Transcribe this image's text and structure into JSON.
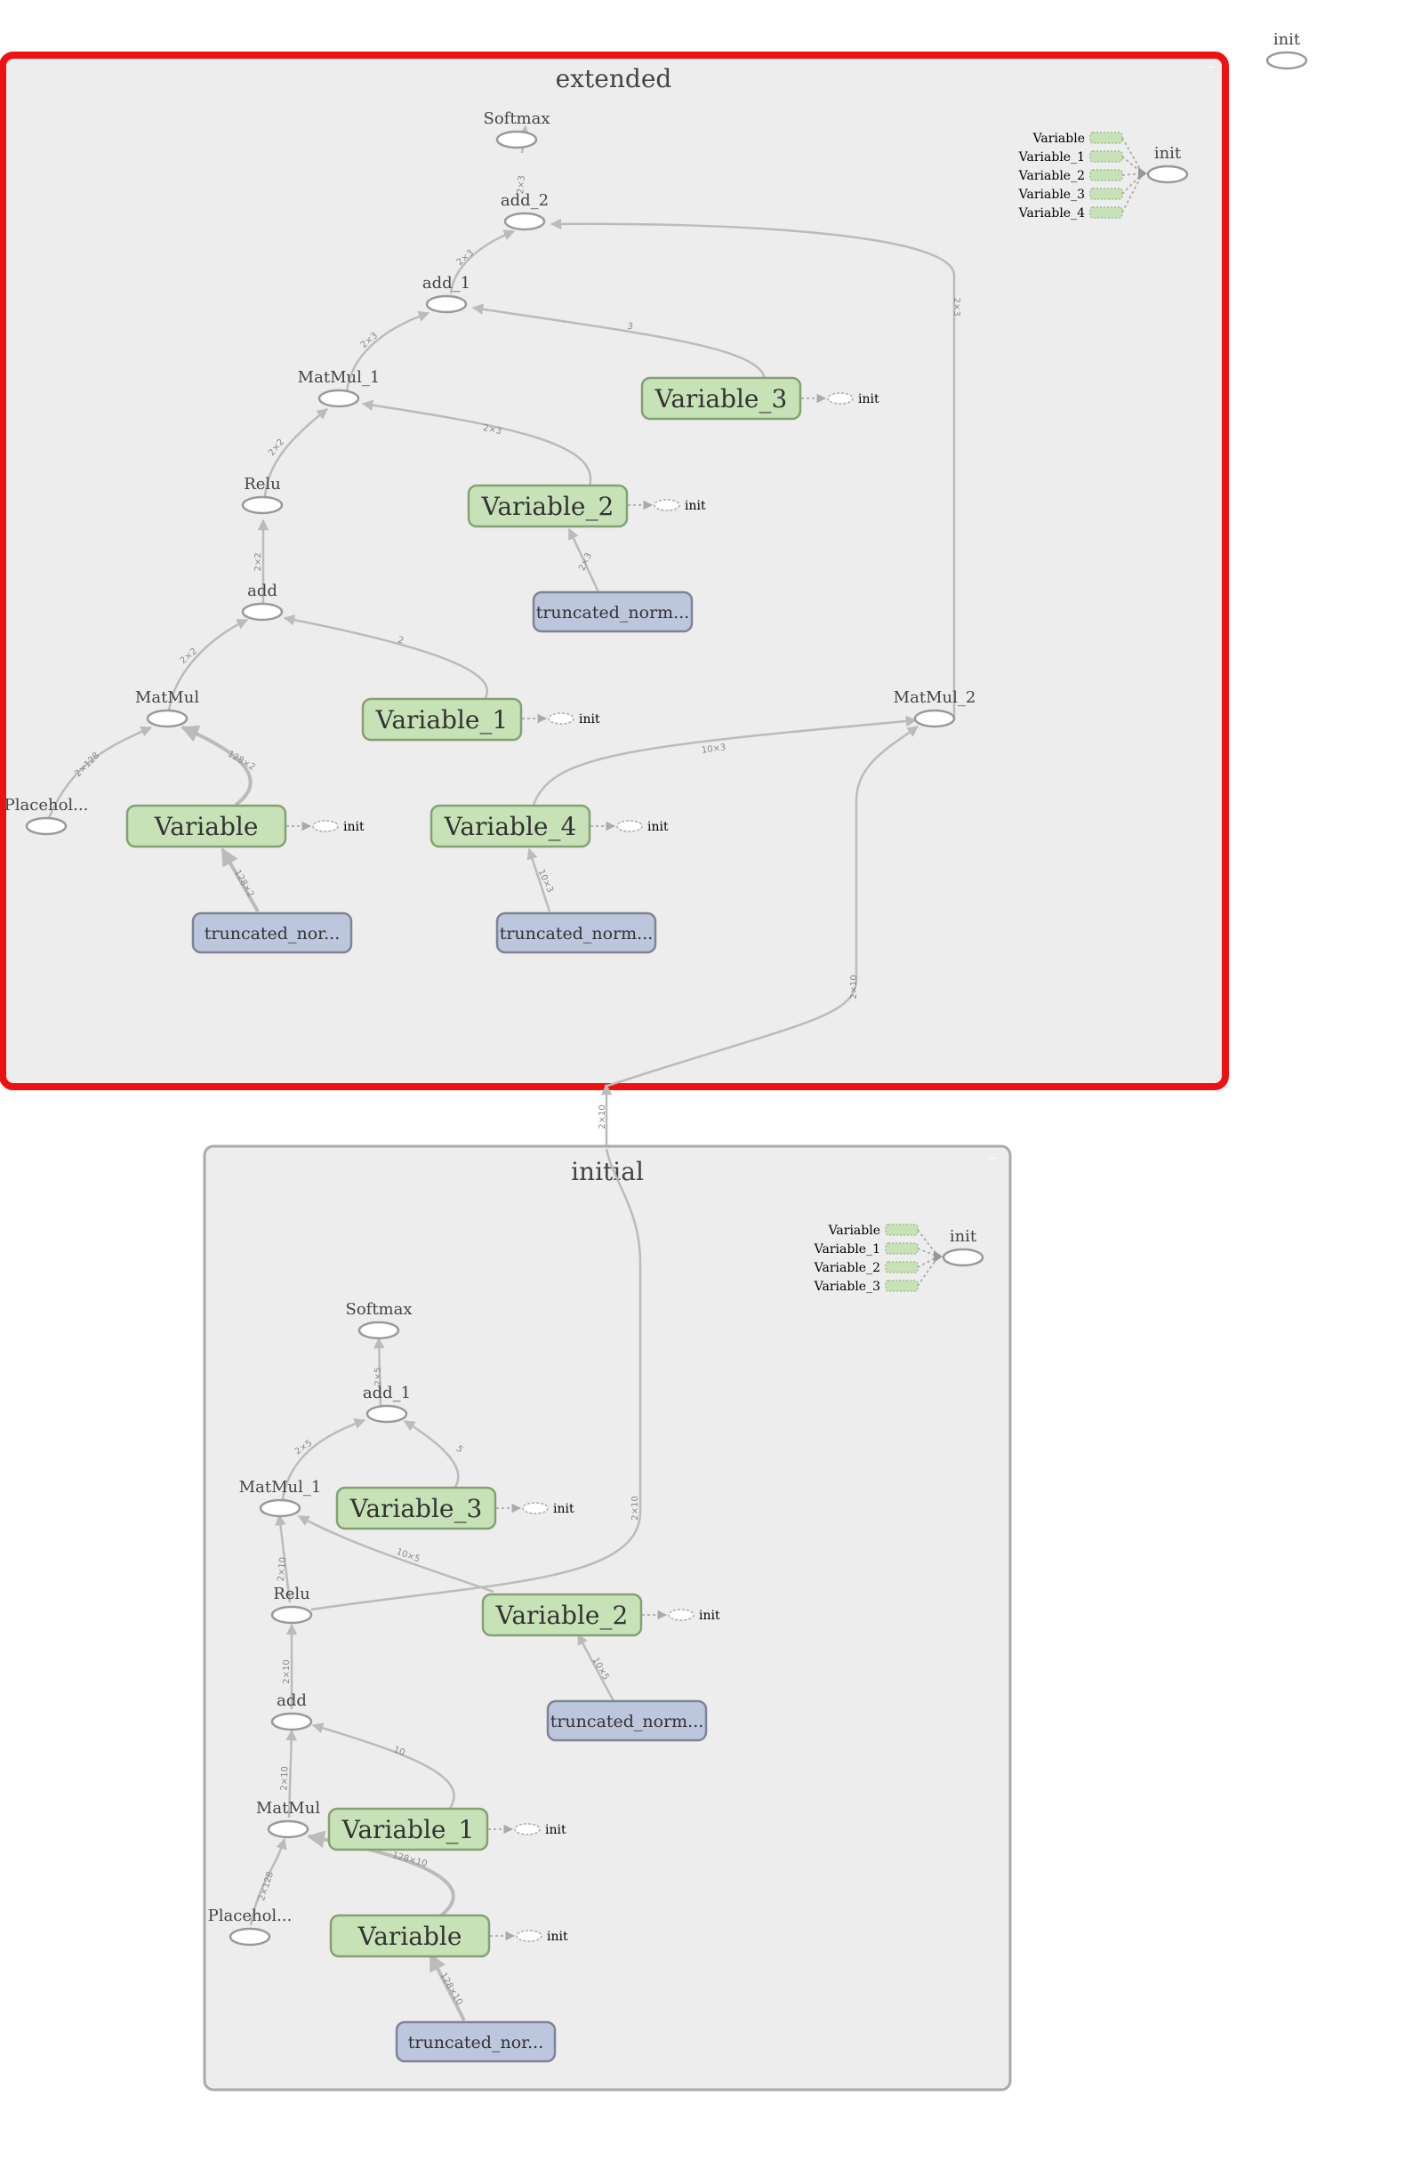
{
  "top_init": {
    "label": "init"
  },
  "extended": {
    "title": "extended",
    "collapse": "–",
    "nodes": {
      "softmax": "Softmax",
      "add_2": "add_2",
      "add_1": "add_1",
      "matmul_1": "MatMul_1",
      "relu": "Relu",
      "add": "add",
      "matmul": "MatMul",
      "placeholder": "Placehol...",
      "matmul_2": "MatMul_2",
      "variable": "Variable",
      "variable_1": "Variable_1",
      "variable_2": "Variable_2",
      "variable_3": "Variable_3",
      "variable_4": "Variable_4",
      "tn_variable": "truncated_nor...",
      "tn_variable_2": "truncated_norm...",
      "tn_variable_4": "truncated_norm...",
      "init": "init"
    },
    "init_legend": [
      "Variable",
      "Variable_1",
      "Variable_2",
      "Variable_3",
      "Variable_4"
    ],
    "edges": {
      "add2_softmax": "2×3",
      "add1_add2": "2×3",
      "matmul2_add2": "2×3",
      "v3_add1": "3",
      "matmul1_add1": "2×3",
      "v2_matmul1": "2×3",
      "relu_matmul1": "2×2",
      "tn_v2": "2×3",
      "add_relu": "2×2",
      "v1_add": "2",
      "matmul_add": "2×2",
      "ph_matmul": "2×128",
      "v_matmul": "128×2",
      "tn_v": "128×2",
      "v4_matmul2": "10×3",
      "tn_v4": "10×3",
      "in_matmul2": "2×10"
    }
  },
  "between_edge": "2×10",
  "initial": {
    "title": "initial",
    "collapse": "–",
    "nodes": {
      "softmax": "Softmax",
      "add_1": "add_1",
      "matmul_1": "MatMul_1",
      "relu": "Relu",
      "add": "add",
      "matmul": "MatMul",
      "placeholder": "Placehol...",
      "variable": "Variable",
      "variable_1": "Variable_1",
      "variable_2": "Variable_2",
      "variable_3": "Variable_3",
      "tn_variable": "truncated_nor...",
      "tn_variable_2": "truncated_norm...",
      "init": "init"
    },
    "init_legend": [
      "Variable",
      "Variable_1",
      "Variable_2",
      "Variable_3"
    ],
    "edges": {
      "add1_softmax": "2×5",
      "v3_add1": "5",
      "matmul1_add1": "2×5",
      "v2_matmul1": "10×5",
      "relu_matmul1": "2×10",
      "relu_out": "2×10",
      "tn_v2": "10×5",
      "add_relu": "2×10",
      "v1_add": "10",
      "matmul_add": "2×10",
      "v_matmul": "128×10",
      "ph_matmul": "2×128",
      "tn_v": "128×10"
    }
  },
  "colors": {
    "selected_border": "#ee1111",
    "scope_fill": "#ededed",
    "variable_fill": "#c8e2b8",
    "truncated_normal_fill": "#bcc6dd"
  }
}
